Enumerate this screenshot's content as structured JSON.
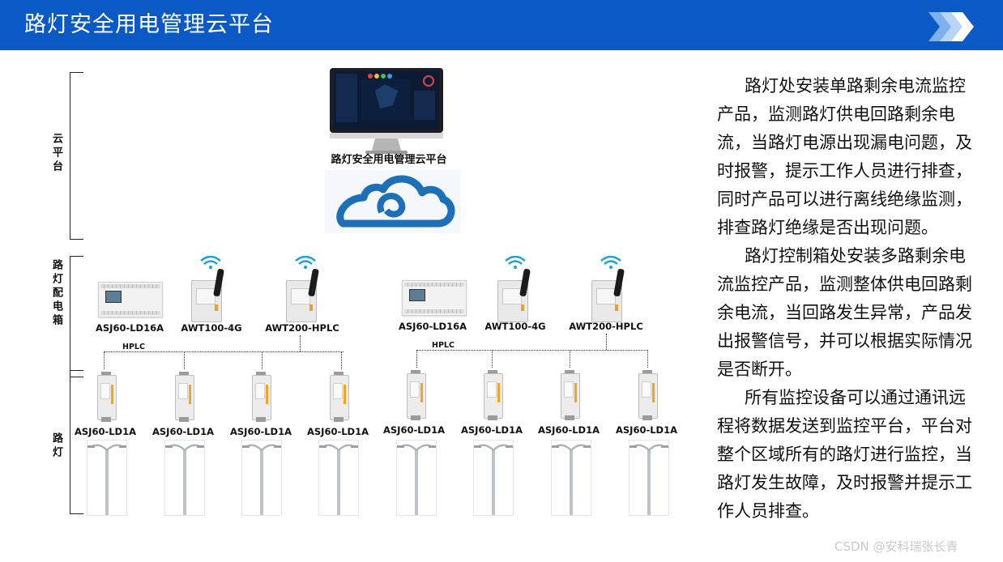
{
  "header": {
    "title": "路灯安全用电管理云平台",
    "bar_color": "#0a59c5"
  },
  "diagram": {
    "tiers": {
      "cloud": "云平台",
      "distribution": "路灯配电箱",
      "lamps": "路灯"
    },
    "platform_caption": "路灯安全用电管理云平台",
    "groups": [
      {
        "devices": [
          "ASJ60-LD16A",
          "AWT100-4G",
          "AWT200-HPLC"
        ],
        "bus_label": "HPLC",
        "sensors": [
          "ASJ60-LD1A",
          "ASJ60-LD1A",
          "ASJ60-LD1A",
          "ASJ60-LD1A"
        ]
      },
      {
        "devices": [
          "ASJ60-LD16A",
          "AWT100-4G",
          "AWT200-HPLC"
        ],
        "bus_label": "HPLC",
        "sensors": [
          "ASJ60-LD1A",
          "ASJ60-LD1A",
          "ASJ60-LD1A",
          "ASJ60-LD1A"
        ]
      }
    ]
  },
  "description": {
    "paragraphs": [
      "路灯处安装单路剩余电流监控产品，监测路灯供电回路剩余电流，当路灯电源出现漏电问题，及时报警，提示工作人员进行排查，同时产品可以进行离线绝缘监测，排查路灯绝缘是否出现问题。",
      "路灯控制箱处安装多路剩余电流监控产品，监测整体供电回路剩余电流，当回路发生异常，产品发出报警信号，并可以根据实际情况是否断开。",
      "所有监控设备可以通过通讯远程将数据发送到监控平台，平台对整个区域所有的路灯进行监控，当路灯发生故障，及时报警并提示工作人员排查。"
    ]
  },
  "watermark": "CSDN @安科瑞张长青",
  "icons": [
    "double-chevron-icon",
    "monitor-icon",
    "cloud-icon",
    "wifi-icon",
    "street-lamp-icon"
  ]
}
